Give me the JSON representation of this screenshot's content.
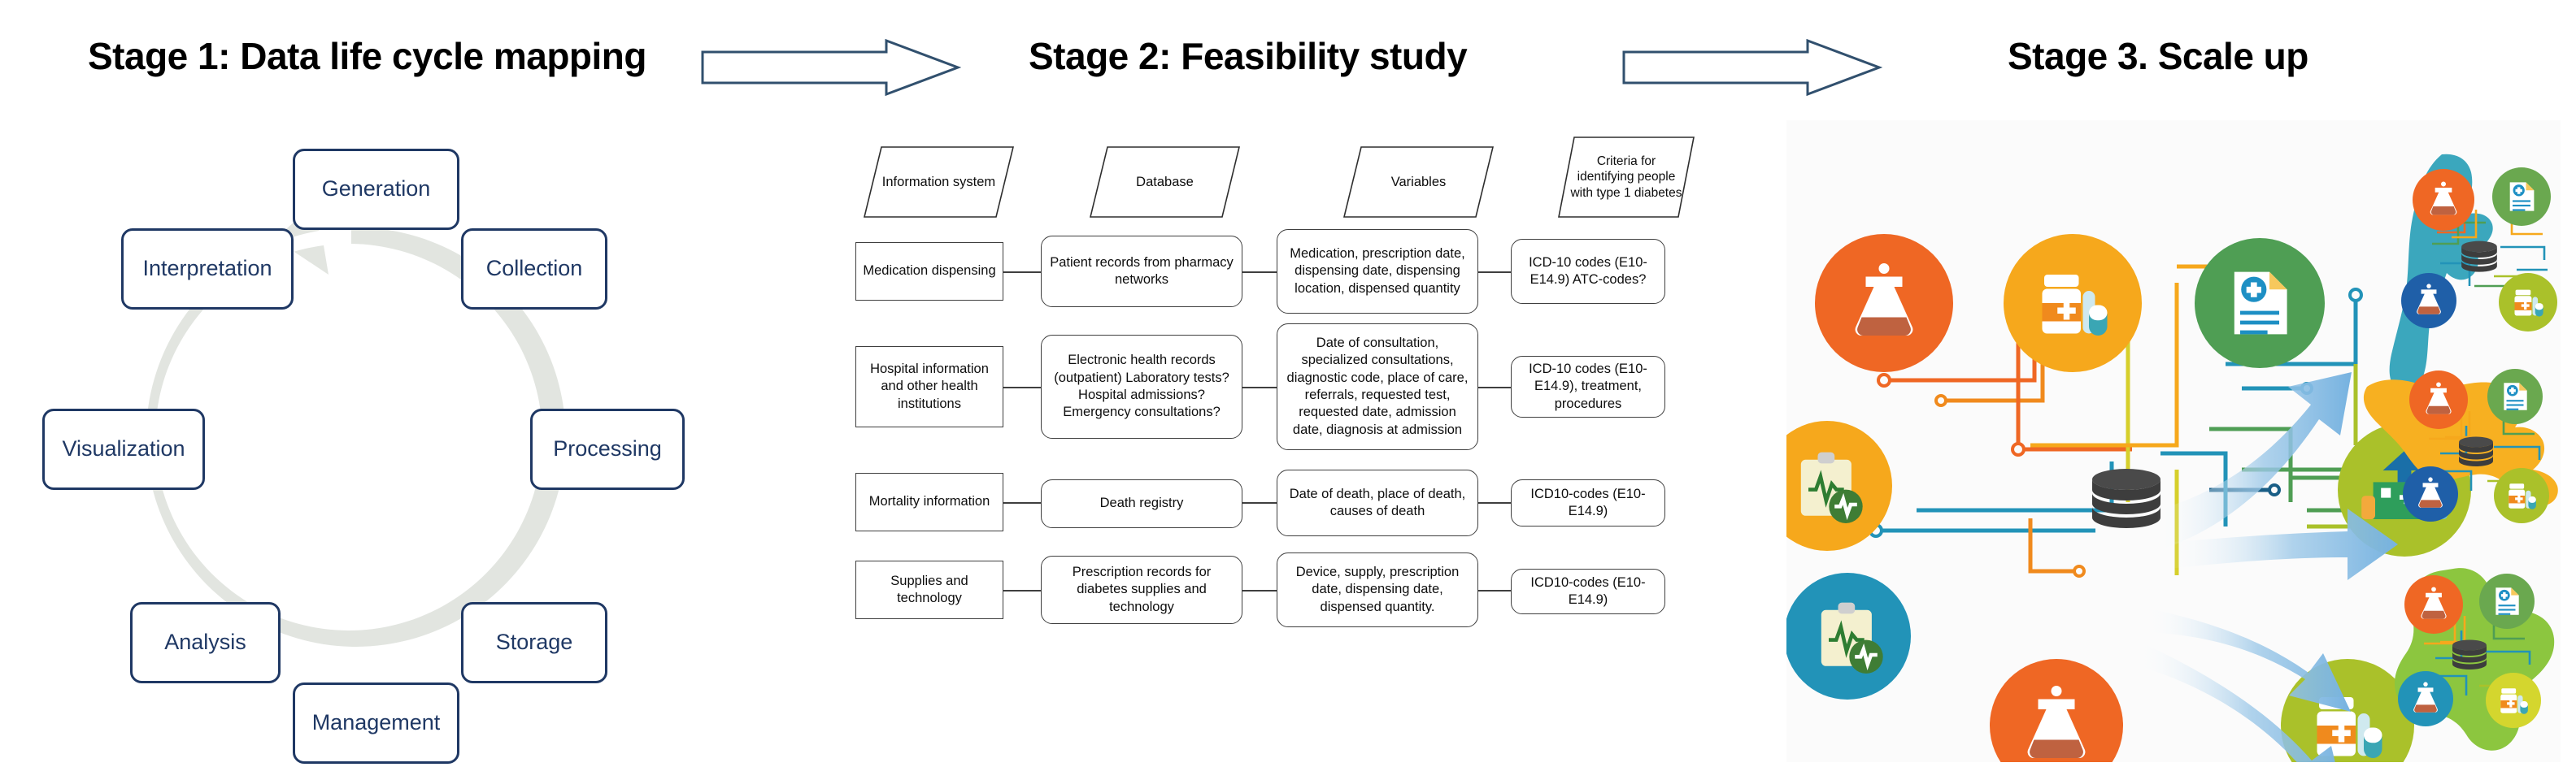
{
  "stages": [
    {
      "id": "stage-1",
      "title": "Stage 1: Data life cycle mapping"
    },
    {
      "id": "stage-2",
      "title": "Stage 2: Feasibility study"
    },
    {
      "id": "stage-3",
      "title": "Stage 3. Scale up"
    }
  ],
  "arrows": [
    {
      "name": "arrow-stage1-to-stage2"
    },
    {
      "name": "arrow-stage2-to-stage3"
    }
  ],
  "stage1": {
    "diagram_type": "circular-life-cycle",
    "ring_color": "#e2e5e0",
    "box_border_color": "#1f3864",
    "text_color": "#1f3864",
    "steps": [
      {
        "label": "Generation",
        "angle_deg": 0
      },
      {
        "label": "Collection",
        "angle_deg": 45
      },
      {
        "label": "Processing",
        "angle_deg": 90
      },
      {
        "label": "Storage",
        "angle_deg": 135
      },
      {
        "label": "Management",
        "angle_deg": 180
      },
      {
        "label": "Analysis",
        "angle_deg": 225
      },
      {
        "label": "Visualization",
        "angle_deg": 270
      },
      {
        "label": "Interpretation",
        "angle_deg": 315
      }
    ]
  },
  "stage2": {
    "headers": [
      "Information system",
      "Database",
      "Variables",
      "Criteria for identifying people with type 1 diabetes"
    ],
    "rows": [
      {
        "information_system": "Medication dispensing",
        "database": "Patient records from pharmacy networks",
        "variables": "Medication, prescription date, dispensing date, dispensing location, dispensed quantity",
        "criteria": "ICD-10 codes (E10-E14.9) ATC-codes?"
      },
      {
        "information_system": "Hospital information and other health institutions",
        "database": "Electronic health records (outpatient) Laboratory tests? Hospital admissions? Emergency consultations?",
        "variables": "Date of consultation, specialized consultations, diagnostic code, place of care, referrals, requested test, requested date, admission date, diagnosis at admission",
        "criteria": "ICD-10 codes (E10-E14.9), treatment, procedures"
      },
      {
        "information_system": "Mortality information",
        "database": "Death registry",
        "variables": "Date of death, place of death, causes of death",
        "criteria": "ICD10-codes (E10-E14.9)"
      },
      {
        "information_system": "Supplies and technology",
        "database": "Prescription records for diabetes supplies and technology",
        "variables": "Device, supply, prescription date, dispensing date, dispensed quantity.",
        "criteria": "ICD10-codes (E10-E14.9)"
      }
    ]
  },
  "stage3": {
    "hub": {
      "name": "central-database-hub",
      "center_icon": "database-cylinder-icon",
      "icons": [
        {
          "name": "flask-icon",
          "color": "#ef6724"
        },
        {
          "name": "pill-bottle-icon",
          "color": "#f6a81c"
        },
        {
          "name": "medical-record-icon",
          "color": "#4f9e54"
        },
        {
          "name": "clipboard-ecg-icon",
          "color": "#f6a81c"
        },
        {
          "name": "hospital-icon",
          "color": "#aac12a"
        },
        {
          "name": "clipboard-ecg-icon",
          "color": "#2293b8"
        },
        {
          "name": "flask-icon",
          "color": "#ef6724"
        },
        {
          "name": "pill-bottle-icon",
          "color": "#aac12a"
        }
      ]
    },
    "arrows": [
      {
        "name": "scale-arrow-1",
        "color": "#7db4e0"
      },
      {
        "name": "scale-arrow-2",
        "color": "#7db4e0"
      },
      {
        "name": "scale-arrow-3",
        "color": "#7db4e0"
      },
      {
        "name": "scale-arrow-4",
        "color": "#7db4e0"
      }
    ],
    "maps": [
      {
        "name": "map-argentina",
        "color": "#3ba7bd"
      },
      {
        "name": "map-mexico",
        "color": "#f7b021"
      },
      {
        "name": "map-colombia",
        "color": "#8cc63f"
      }
    ]
  }
}
